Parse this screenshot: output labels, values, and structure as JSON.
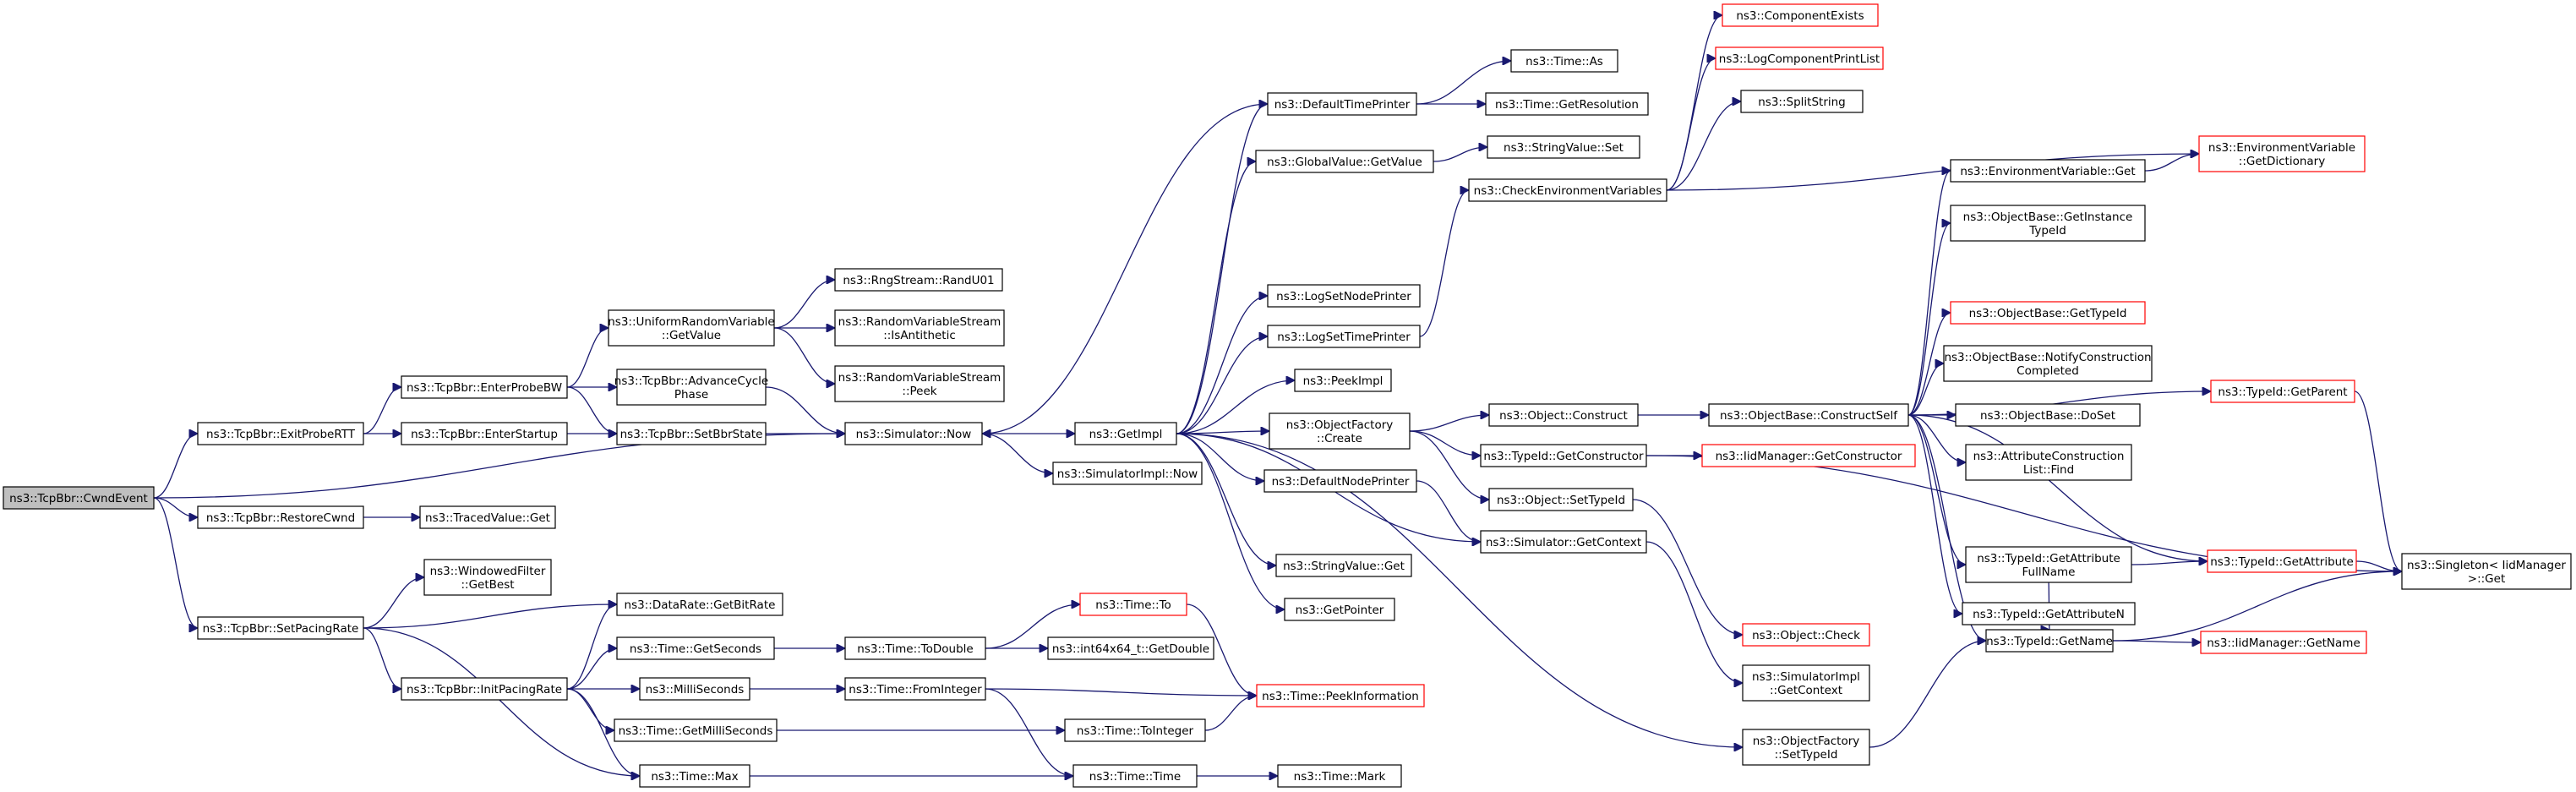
{
  "graph_title": "",
  "colors": {
    "edge": "#191970",
    "node_border": "#000000",
    "node_border_incomplete": "#ff0000",
    "root_fill": "#bfbfbf",
    "node_fill": "#ffffff"
  },
  "nodes": [
    {
      "id": "cwnd",
      "lines": [
        "ns3::TcpBbr::CwndEvent"
      ],
      "root": true
    },
    {
      "id": "exitProbeRTT",
      "lines": [
        "ns3::TcpBbr::ExitProbeRTT"
      ]
    },
    {
      "id": "restoreCwnd",
      "lines": [
        "ns3::TcpBbr::RestoreCwnd"
      ]
    },
    {
      "id": "setPacingRate",
      "lines": [
        "ns3::TcpBbr::SetPacingRate"
      ]
    },
    {
      "id": "enterProbeBW",
      "lines": [
        "ns3::TcpBbr::EnterProbeBW"
      ]
    },
    {
      "id": "enterStartup",
      "lines": [
        "ns3::TcpBbr::EnterStartup"
      ]
    },
    {
      "id": "tracedGet",
      "lines": [
        "ns3::TracedValue::Get"
      ]
    },
    {
      "id": "windowedGetBest",
      "lines": [
        "ns3::WindowedFilter",
        "::GetBest"
      ]
    },
    {
      "id": "dataRateGetBitRate",
      "lines": [
        "ns3::DataRate::GetBitRate"
      ]
    },
    {
      "id": "initPacingRate",
      "lines": [
        "ns3::TcpBbr::InitPacingRate"
      ]
    },
    {
      "id": "uniformGetValue",
      "lines": [
        "ns3::UniformRandomVariable",
        "::GetValue"
      ]
    },
    {
      "id": "advanceCycle",
      "lines": [
        "ns3::TcpBbr::AdvanceCycle",
        "Phase"
      ]
    },
    {
      "id": "setBbrState",
      "lines": [
        "ns3::TcpBbr::SetBbrState"
      ]
    },
    {
      "id": "timeGetSeconds",
      "lines": [
        "ns3::Time::GetSeconds"
      ]
    },
    {
      "id": "milliSeconds",
      "lines": [
        "ns3::MilliSeconds"
      ]
    },
    {
      "id": "timeGetMilliSeconds",
      "lines": [
        "ns3::Time::GetMilliSeconds"
      ]
    },
    {
      "id": "timeMax",
      "lines": [
        "ns3::Time::Max"
      ]
    },
    {
      "id": "randU01",
      "lines": [
        "ns3::RngStream::RandU01"
      ]
    },
    {
      "id": "isAntithetic",
      "lines": [
        "ns3::RandomVariableStream",
        "::IsAntithetic"
      ]
    },
    {
      "id": "peek",
      "lines": [
        "ns3::RandomVariableStream",
        "::Peek"
      ]
    },
    {
      "id": "simNow",
      "lines": [
        "ns3::Simulator::Now"
      ]
    },
    {
      "id": "timeToDouble",
      "lines": [
        "ns3::Time::ToDouble"
      ]
    },
    {
      "id": "timeFromInteger",
      "lines": [
        "ns3::Time::FromInteger"
      ]
    },
    {
      "id": "getImpl",
      "lines": [
        "ns3::GetImpl"
      ]
    },
    {
      "id": "simImplNow",
      "lines": [
        "ns3::SimulatorImpl::Now"
      ]
    },
    {
      "id": "timeTo",
      "lines": [
        "ns3::Time::To"
      ],
      "incomplete": true
    },
    {
      "id": "int64GetDouble",
      "lines": [
        "ns3::int64x64_t::GetDouble"
      ]
    },
    {
      "id": "timeToInteger",
      "lines": [
        "ns3::Time::ToInteger"
      ]
    },
    {
      "id": "timeTime",
      "lines": [
        "ns3::Time::Time"
      ]
    },
    {
      "id": "defaultTimePrinter",
      "lines": [
        "ns3::DefaultTimePrinter"
      ]
    },
    {
      "id": "globalValueGetValue",
      "lines": [
        "ns3::GlobalValue::GetValue"
      ]
    },
    {
      "id": "logSetNodePrinter",
      "lines": [
        "ns3::LogSetNodePrinter"
      ]
    },
    {
      "id": "logSetTimePrinter",
      "lines": [
        "ns3::LogSetTimePrinter"
      ]
    },
    {
      "id": "peekImpl",
      "lines": [
        "ns3::PeekImpl"
      ]
    },
    {
      "id": "objectFactoryCreate",
      "lines": [
        "ns3::ObjectFactory",
        "::Create"
      ]
    },
    {
      "id": "defaultNodePrinter",
      "lines": [
        "ns3::DefaultNodePrinter"
      ]
    },
    {
      "id": "stringValueGet",
      "lines": [
        "ns3::StringValue::Get"
      ]
    },
    {
      "id": "getPointer",
      "lines": [
        "ns3::GetPointer"
      ]
    },
    {
      "id": "timePeekInformation",
      "lines": [
        "ns3::Time::PeekInformation"
      ],
      "incomplete": true
    },
    {
      "id": "timeMark",
      "lines": [
        "ns3::Time::Mark"
      ]
    },
    {
      "id": "timeAs",
      "lines": [
        "ns3::Time::As"
      ]
    },
    {
      "id": "timeGetResolution",
      "lines": [
        "ns3::Time::GetResolution"
      ]
    },
    {
      "id": "stringValueSet",
      "lines": [
        "ns3::StringValue::Set"
      ]
    },
    {
      "id": "checkEnvVars",
      "lines": [
        "ns3::CheckEnvironmentVariables"
      ]
    },
    {
      "id": "objectConstruct",
      "lines": [
        "ns3::Object::Construct"
      ]
    },
    {
      "id": "typeIdGetConstructor",
      "lines": [
        "ns3::TypeId::GetConstructor"
      ]
    },
    {
      "id": "objectSetTypeId",
      "lines": [
        "ns3::Object::SetTypeId"
      ]
    },
    {
      "id": "simGetContext",
      "lines": [
        "ns3::Simulator::GetContext"
      ]
    },
    {
      "id": "objectCheck",
      "lines": [
        "ns3::Object::Check"
      ],
      "incomplete": true
    },
    {
      "id": "simImplGetContext",
      "lines": [
        "ns3::SimulatorImpl",
        "::GetContext"
      ]
    },
    {
      "id": "objectFactorySetTypeId",
      "lines": [
        "ns3::ObjectFactory",
        "::SetTypeId"
      ]
    },
    {
      "id": "componentExists",
      "lines": [
        "ns3::ComponentExists"
      ],
      "incomplete": true
    },
    {
      "id": "logComponentPrintList",
      "lines": [
        "ns3::LogComponentPrintList"
      ],
      "incomplete": true
    },
    {
      "id": "splitString",
      "lines": [
        "ns3::SplitString"
      ]
    },
    {
      "id": "objectBaseConstructSelf",
      "lines": [
        "ns3::ObjectBase::ConstructSelf"
      ]
    },
    {
      "id": "iidManagerGetConstructor",
      "lines": [
        "ns3::IidManager::GetConstructor"
      ],
      "incomplete": true
    },
    {
      "id": "envVarGet",
      "lines": [
        "ns3::EnvironmentVariable::Get"
      ]
    },
    {
      "id": "objectBaseGetInstanceTypeId",
      "lines": [
        "ns3::ObjectBase::GetInstance",
        "TypeId"
      ]
    },
    {
      "id": "objectBaseGetTypeId",
      "lines": [
        "ns3::ObjectBase::GetTypeId"
      ],
      "incomplete": true
    },
    {
      "id": "objectBaseNotifyConstructionCompleted",
      "lines": [
        "ns3::ObjectBase::NotifyConstruction",
        "Completed"
      ]
    },
    {
      "id": "objectBaseDoSet",
      "lines": [
        "ns3::ObjectBase::DoSet"
      ]
    },
    {
      "id": "attributeConstructionListFind",
      "lines": [
        "ns3::AttributeConstruction",
        "List::Find"
      ]
    },
    {
      "id": "typeIdGetAttributeFullName",
      "lines": [
        "ns3::TypeId::GetAttribute",
        "FullName"
      ]
    },
    {
      "id": "typeIdGetAttributeN",
      "lines": [
        "ns3::TypeId::GetAttributeN"
      ]
    },
    {
      "id": "typeIdGetName",
      "lines": [
        "ns3::TypeId::GetName"
      ]
    },
    {
      "id": "envVarGetDictionary",
      "lines": [
        "ns3::EnvironmentVariable",
        "::GetDictionary"
      ],
      "incomplete": true
    },
    {
      "id": "typeIdGetParent",
      "lines": [
        "ns3::TypeId::GetParent"
      ],
      "incomplete": true
    },
    {
      "id": "typeIdGetAttribute",
      "lines": [
        "ns3::TypeId::GetAttribute"
      ],
      "incomplete": true
    },
    {
      "id": "iidManagerGetName",
      "lines": [
        "ns3::IidManager::GetName"
      ],
      "incomplete": true
    },
    {
      "id": "singletonGet",
      "lines": [
        "ns3::Singleton< IidManager",
        " >::Get"
      ]
    }
  ],
  "edges": [
    [
      "cwnd",
      "exitProbeRTT"
    ],
    [
      "cwnd",
      "restoreCwnd"
    ],
    [
      "cwnd",
      "setPacingRate"
    ],
    [
      "cwnd",
      "simNow"
    ],
    [
      "exitProbeRTT",
      "enterProbeBW"
    ],
    [
      "exitProbeRTT",
      "enterStartup"
    ],
    [
      "restoreCwnd",
      "tracedGet"
    ],
    [
      "setPacingRate",
      "windowedGetBest"
    ],
    [
      "setPacingRate",
      "dataRateGetBitRate"
    ],
    [
      "setPacingRate",
      "initPacingRate"
    ],
    [
      "setPacingRate",
      "timeMax"
    ],
    [
      "enterProbeBW",
      "uniformGetValue"
    ],
    [
      "enterProbeBW",
      "advanceCycle"
    ],
    [
      "enterProbeBW",
      "setBbrState"
    ],
    [
      "enterStartup",
      "setBbrState"
    ],
    [
      "initPacingRate",
      "dataRateGetBitRate"
    ],
    [
      "initPacingRate",
      "timeGetSeconds"
    ],
    [
      "initPacingRate",
      "milliSeconds"
    ],
    [
      "initPacingRate",
      "timeGetMilliSeconds"
    ],
    [
      "initPacingRate",
      "timeMax"
    ],
    [
      "uniformGetValue",
      "randU01"
    ],
    [
      "uniformGetValue",
      "isAntithetic"
    ],
    [
      "uniformGetValue",
      "peek"
    ],
    [
      "advanceCycle",
      "simNow"
    ],
    [
      "setBbrState",
      "simNow"
    ],
    [
      "timeGetSeconds",
      "timeToDouble"
    ],
    [
      "milliSeconds",
      "timeFromInteger"
    ],
    [
      "timeGetMilliSeconds",
      "timeToInteger"
    ],
    [
      "timeMax",
      "timeTime"
    ],
    [
      "simNow",
      "getImpl"
    ],
    [
      "simNow",
      "simImplNow"
    ],
    [
      "timeToDouble",
      "timeTo"
    ],
    [
      "timeToDouble",
      "int64GetDouble"
    ],
    [
      "timeFromInteger",
      "timePeekInformation"
    ],
    [
      "timeFromInteger",
      "timeTime"
    ],
    [
      "timeTo",
      "timePeekInformation"
    ],
    [
      "timeToInteger",
      "timePeekInformation"
    ],
    [
      "timeTime",
      "timeMark"
    ],
    [
      "getImpl",
      "defaultTimePrinter"
    ],
    [
      "getImpl",
      "globalValueGetValue"
    ],
    [
      "getImpl",
      "logSetNodePrinter"
    ],
    [
      "getImpl",
      "logSetTimePrinter"
    ],
    [
      "getImpl",
      "peekImpl"
    ],
    [
      "getImpl",
      "objectFactoryCreate"
    ],
    [
      "getImpl",
      "defaultNodePrinter"
    ],
    [
      "getImpl",
      "stringValueGet"
    ],
    [
      "getImpl",
      "getPointer"
    ],
    [
      "getImpl",
      "simGetContext"
    ],
    [
      "getImpl",
      "objectFactorySetTypeId"
    ],
    [
      "defaultTimePrinter",
      "timeAs"
    ],
    [
      "defaultTimePrinter",
      "timeGetResolution"
    ],
    [
      "defaultTimePrinter",
      "simNow"
    ],
    [
      "globalValueGetValue",
      "stringValueSet"
    ],
    [
      "logSetTimePrinter",
      "checkEnvVars"
    ],
    [
      "objectFactoryCreate",
      "objectConstruct"
    ],
    [
      "objectFactoryCreate",
      "typeIdGetConstructor"
    ],
    [
      "objectFactoryCreate",
      "objectSetTypeId"
    ],
    [
      "defaultNodePrinter",
      "simGetContext"
    ],
    [
      "checkEnvVars",
      "componentExists"
    ],
    [
      "checkEnvVars",
      "logComponentPrintList"
    ],
    [
      "checkEnvVars",
      "splitString"
    ],
    [
      "checkEnvVars",
      "envVarGetDictionary"
    ],
    [
      "objectConstruct",
      "objectBaseConstructSelf"
    ],
    [
      "typeIdGetConstructor",
      "iidManagerGetConstructor"
    ],
    [
      "typeIdGetConstructor",
      "singletonGet"
    ],
    [
      "objectSetTypeId",
      "objectCheck"
    ],
    [
      "simGetContext",
      "simImplGetContext"
    ],
    [
      "objectFactorySetTypeId",
      "typeIdGetName"
    ],
    [
      "objectBaseConstructSelf",
      "envVarGet"
    ],
    [
      "objectBaseConstructSelf",
      "objectBaseGetInstanceTypeId"
    ],
    [
      "objectBaseConstructSelf",
      "objectBaseGetTypeId"
    ],
    [
      "objectBaseConstructSelf",
      "objectBaseNotifyConstructionCompleted"
    ],
    [
      "objectBaseConstructSelf",
      "objectBaseDoSet"
    ],
    [
      "objectBaseConstructSelf",
      "attributeConstructionListFind"
    ],
    [
      "objectBaseConstructSelf",
      "typeIdGetAttributeFullName"
    ],
    [
      "objectBaseConstructSelf",
      "typeIdGetAttributeN"
    ],
    [
      "objectBaseConstructSelf",
      "typeIdGetName"
    ],
    [
      "objectBaseConstructSelf",
      "typeIdGetParent"
    ],
    [
      "objectBaseConstructSelf",
      "typeIdGetAttribute"
    ],
    [
      "envVarGet",
      "envVarGetDictionary"
    ],
    [
      "typeIdGetAttributeFullName",
      "typeIdGetAttribute"
    ],
    [
      "typeIdGetAttributeFullName",
      "typeIdGetName"
    ],
    [
      "typeIdGetName",
      "iidManagerGetName"
    ],
    [
      "typeIdGetName",
      "singletonGet"
    ],
    [
      "typeIdGetParent",
      "singletonGet"
    ],
    [
      "typeIdGetAttribute",
      "singletonGet"
    ]
  ]
}
